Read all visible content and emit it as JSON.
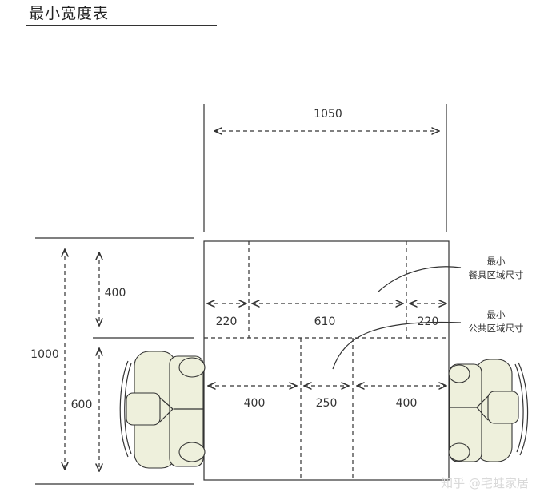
{
  "title": "最小宽度表",
  "dimensions": {
    "overall_width": "1050",
    "overall_depth": "1000",
    "dining_depth": "400",
    "public_depth": "600",
    "dining_left": "220",
    "dining_middle": "610",
    "dining_right": "220",
    "public_left": "400",
    "public_middle": "250",
    "public_right": "400"
  },
  "callouts": {
    "dining": {
      "line1": "最小",
      "line2": "餐具区域尺寸"
    },
    "public": {
      "line1": "最小",
      "line2": "公共区域尺寸"
    }
  },
  "watermark": "知乎 @宅蛙家居",
  "colors": {
    "line": "#333333",
    "sofa": "#eef0dc",
    "watermark": "#d9d9d9"
  }
}
